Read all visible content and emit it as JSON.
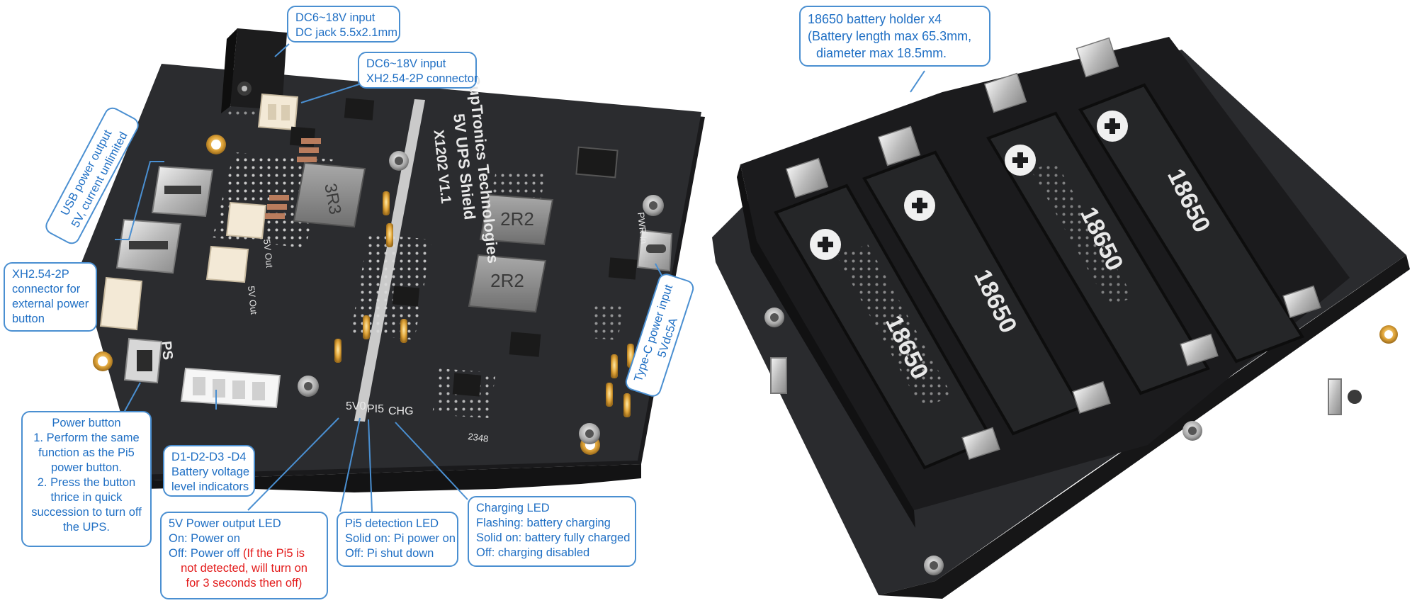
{
  "callouts": {
    "dc_jack": [
      "DC6~18V input",
      "DC jack 5.5x2.1mm"
    ],
    "xh_input": [
      "DC6~18V input",
      "XH2.54-2P connector"
    ],
    "usb_output": [
      "USB power output",
      "5V, current unlimited"
    ],
    "xh_button": [
      "XH2.54-2P",
      "connector for",
      "external power",
      "button"
    ],
    "power_button": [
      "Power button",
      "1. Perform the same",
      "function as the Pi5",
      "power button.",
      "2. Press the button",
      "thrice in quick",
      "succession to turn off",
      "the UPS."
    ],
    "battery_leds": [
      "D1-D2-D3 -D4",
      "Battery voltage",
      "level indicators"
    ],
    "led_5v": {
      "lines": [
        "5V Power output LED",
        "On: Power on"
      ],
      "off_prefix": "Off: Power off",
      "red_lines": [
        "(If the Pi5 is",
        "not detected, will turn on",
        "for 3 seconds then off)"
      ]
    },
    "pi5_led": [
      "Pi5 detection LED",
      "Solid on: Pi power on",
      "Off: Pi shut down"
    ],
    "charging_led": [
      "Charging LED",
      "Flashing: battery charging",
      "Solid on: battery fully charged",
      "Off: charging disabled"
    ],
    "typec": [
      "Type-C power input",
      "5Vdc5A"
    ],
    "battery_holder": [
      "18650 battery holder x4",
      "(Battery length max 65.3mm,",
      "diameter max 18.5mm."
    ]
  },
  "board_text": {
    "brand": "SupTronics Technologies",
    "product": "5V UPS Shield",
    "model": "X1202 V1.1",
    "inductor_1": "3R3",
    "inductor_2": "2R2",
    "inductor_3": "2R2",
    "label_5v0": "5V0",
    "label_pi5": "PI5",
    "label_chg": "CHG",
    "label_ps": "PS",
    "label_pwr_in": "PWR In",
    "label_5v_out_1": "5V Out",
    "label_5v_out_2": "5V Out",
    "label_date": "2348",
    "battery_marks": [
      "18650",
      "18650",
      "18650",
      "18650"
    ]
  },
  "colors": {
    "callout_text": "#1f6fc4",
    "callout_border": "#4a8fd1",
    "warning_text": "#e31b1b",
    "pcb": "#2b2c2f",
    "holder": "#1b1b1d"
  }
}
